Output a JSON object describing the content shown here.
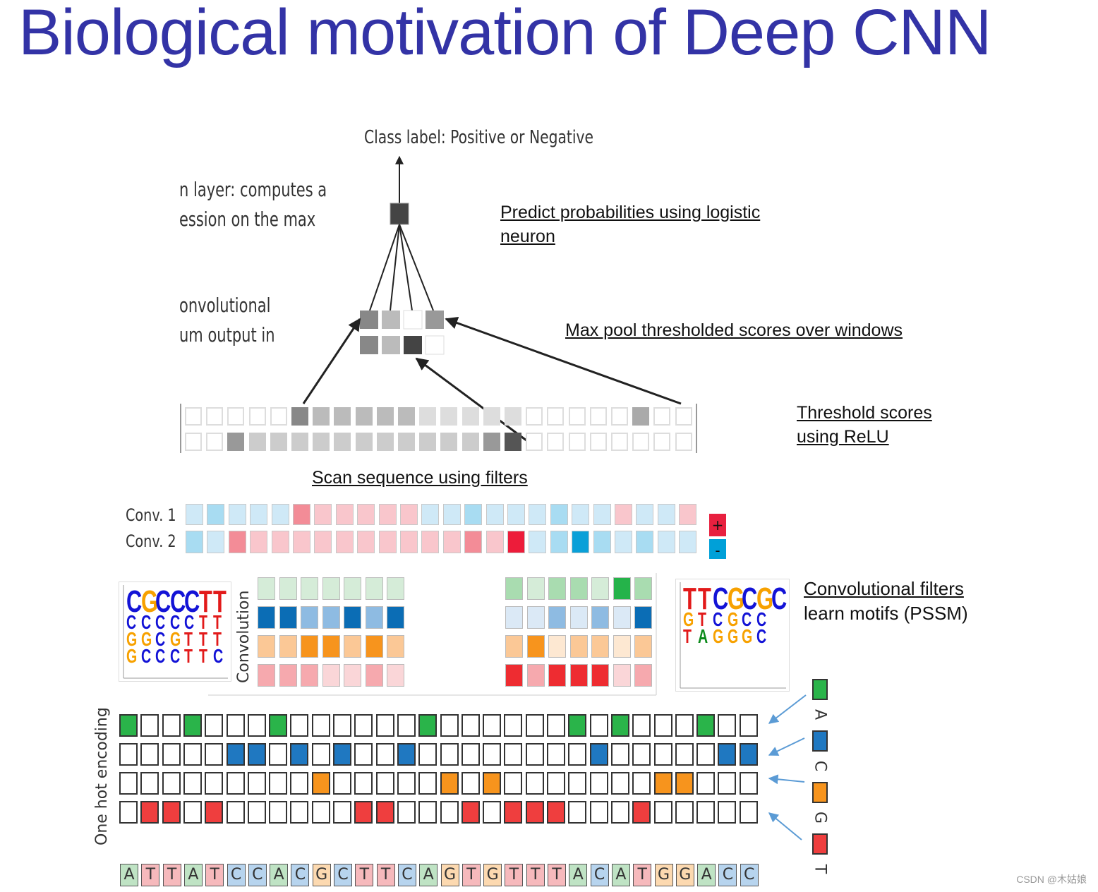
{
  "title": "Biological motivation of Deep CNN",
  "diagram": {
    "class_label": "Class label: Positive or Negative",
    "output_layer_text": [
      "n layer: computes a",
      "ession on the max"
    ],
    "conv_layer_text": [
      "onvolutional",
      "um output in"
    ],
    "callouts": {
      "predict": [
        "Predict probabilities using logistic",
        "neuron"
      ],
      "max_pool": "Max pool thresholded scores over windows",
      "threshold": [
        "Threshold scores",
        "using ReLU"
      ],
      "scan": "Scan sequence using filters",
      "conv_filters": [
        "Convolutional filters",
        "learn motifs (PSSM)"
      ]
    },
    "conv_rows": [
      "Conv. 1",
      "Conv. 2"
    ],
    "sign_plus": "+",
    "sign_minus": "-",
    "convolution_label": "Convolution",
    "one_hot_label": "One hot encoding",
    "legend": [
      {
        "letter": "A",
        "color": "#2ab44a"
      },
      {
        "letter": "C",
        "color": "#1f78c1"
      },
      {
        "letter": "G",
        "color": "#f7941d"
      },
      {
        "letter": "T",
        "color": "#ef3e3e"
      }
    ],
    "sequence": "ATTATCCACGCTTCAGTGTTTACATGGACC",
    "motif_left": "CCGGCGCCCCCGCCTTTTTTTC",
    "motif_right": "TGTTTACCGGGGCCGGCCC"
  },
  "watermark": "CSDN @木姑娘"
}
